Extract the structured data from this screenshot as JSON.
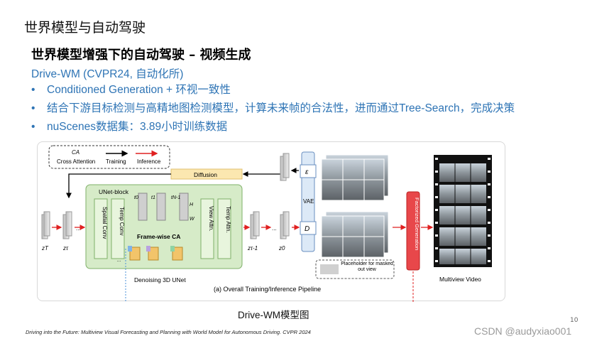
{
  "header": {
    "title": "世界模型与自动驾驶"
  },
  "slide": {
    "title": "世界模型增强下的自动驾驶 – 视频生成",
    "subtitle": "Drive-WM (CVPR24, 自动化所)",
    "bullets": [
      "Conditioned Generation + 环视一致性",
      "结合下游目标检测与高精地图检测模型，计算未来帧的合法性，进而通过Tree-Search，完成决策",
      "nuScenes数据集：3.89小时训练数据"
    ],
    "bullet_symbol": "•"
  },
  "figure": {
    "legend": {
      "ca_label": "CA",
      "ca_desc": "Cross Attention",
      "training": "Training",
      "inference": "Inference"
    },
    "diffusion_label": "Diffusion",
    "unet_block_label": "UNet-block",
    "spatial_conv": "Spatial Conv",
    "temp_conv": "Temp Conv",
    "frame_wise_ca": "Frame-wise CA",
    "view_attn": "View Attn.",
    "temp_attn": "Temp Attn.",
    "t0": "t0",
    "t1": "t1",
    "tn1": "tN-1",
    "h": "H",
    "w": "W",
    "z_T": "zT",
    "z_tau": "zτ",
    "z_tau_1": "zτ-1",
    "z_0": "z0",
    "dots": "...",
    "denoising_label": "Denoising 3D UNet",
    "vae_label": "VAE",
    "encoder_symbol": "ε",
    "decoder_symbol": "D",
    "factorized_label": "Factorized Generation",
    "placeholder_text": "Placeholder for masked out view",
    "pipeline_caption": "(a) Overall Training/Inference Pipeline",
    "multiview_label": "Multiview Video",
    "colors": {
      "training": "#000000",
      "inference": "#e02020",
      "unet_bg": "#d6ebc8",
      "vae": "#dce9f7",
      "factorized": "#e8474a",
      "diffusion": "#fbe7b0"
    }
  },
  "caption": "Drive-WM模型图",
  "page_number": "10",
  "citation": "Driving into the Future: Multiview Visual Forecasting and Planning with World Model for Autonomous Driving. CVPR 2024",
  "watermark": "CSDN @audyxiao001"
}
